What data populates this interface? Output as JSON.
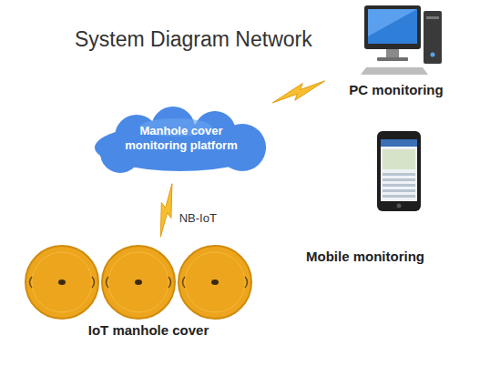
{
  "diagram": {
    "title": "System Diagram Network",
    "nodes": [
      {
        "text": [
          "PC monitoring"
        ]
      },
      {
        "text": [
          "Manhole cover monitoring platform"
        ]
      },
      {
        "text": [
          "Mobile monitoring"
        ]
      },
      {
        "text": [
          "IoT manhole cover"
        ]
      }
    ],
    "edges": [
      {
        "from": 1,
        "to": 0,
        "arrow": "none"
      },
      {
        "from": 3,
        "to": 1,
        "label": "NB-IoT",
        "arrow": "none"
      }
    ]
  }
}
